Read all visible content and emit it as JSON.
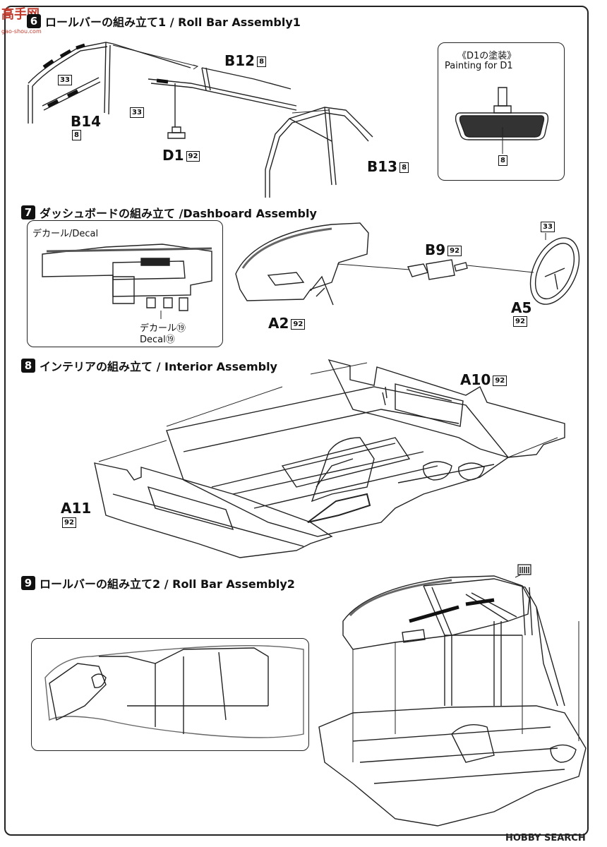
{
  "watermark_logo": {
    "text": "高手网",
    "subtext": "gao-shou.com"
  },
  "step6": {
    "number": "6",
    "title": "ロールバーの組み立て1 / Roll Bar Assembly1"
  },
  "step7": {
    "number": "7",
    "title": "ダッシュボードの組み立て /Dashboard Assembly"
  },
  "step8": {
    "number": "8",
    "title": "インテリアの組み立て / Interior Assembly"
  },
  "step9": {
    "number": "9",
    "title": "ロールバーの組み立て2 / Roll Bar Assembly2"
  },
  "parts": {
    "b12": {
      "name": "B12",
      "code": "8"
    },
    "b14": {
      "name": "B14",
      "code": "8"
    },
    "b13": {
      "name": "B13",
      "code": "8"
    },
    "d1": {
      "name": "D1",
      "code": "92"
    },
    "b9": {
      "name": "B9",
      "code": "92"
    },
    "a2": {
      "name": "A2",
      "code": "92"
    },
    "a5": {
      "name": "A5",
      "code": "92"
    },
    "a10": {
      "name": "A10",
      "code": "92"
    },
    "a11": {
      "name": "A11",
      "code": "92"
    }
  },
  "color_codes": {
    "c33_a": "33",
    "c33_b": "33",
    "c33_steering": "33",
    "c8_painting": "8"
  },
  "painting_note": {
    "jp": "《D1の塗装》",
    "en": "Painting for D1"
  },
  "decal_inset": {
    "title": "デカール/Decal"
  },
  "decal_note": {
    "jp": "デカール⑲",
    "en": "Decal⑲"
  },
  "footer_logo": {
    "text": "HOBBY SEARCH",
    "brand_color": "#222222"
  }
}
